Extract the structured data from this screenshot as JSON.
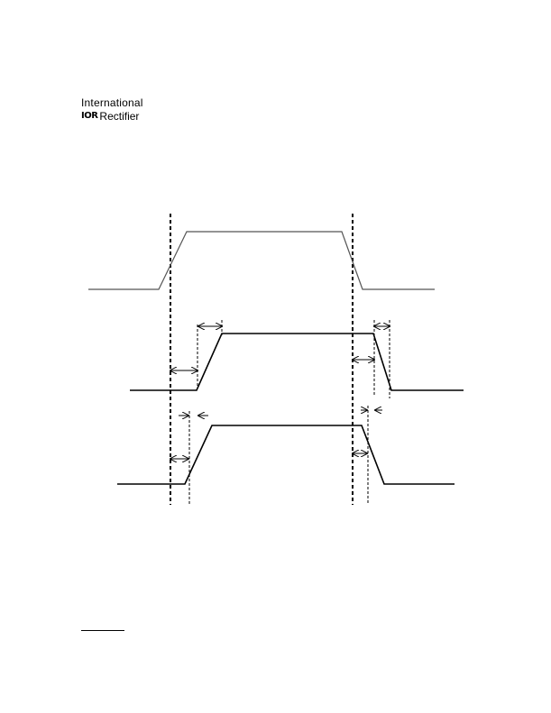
{
  "logo": {
    "line1": "International",
    "mark": "IOR",
    "line2": "Rectifier"
  },
  "colors": {
    "ink": "#000000",
    "background": "#ffffff"
  }
}
